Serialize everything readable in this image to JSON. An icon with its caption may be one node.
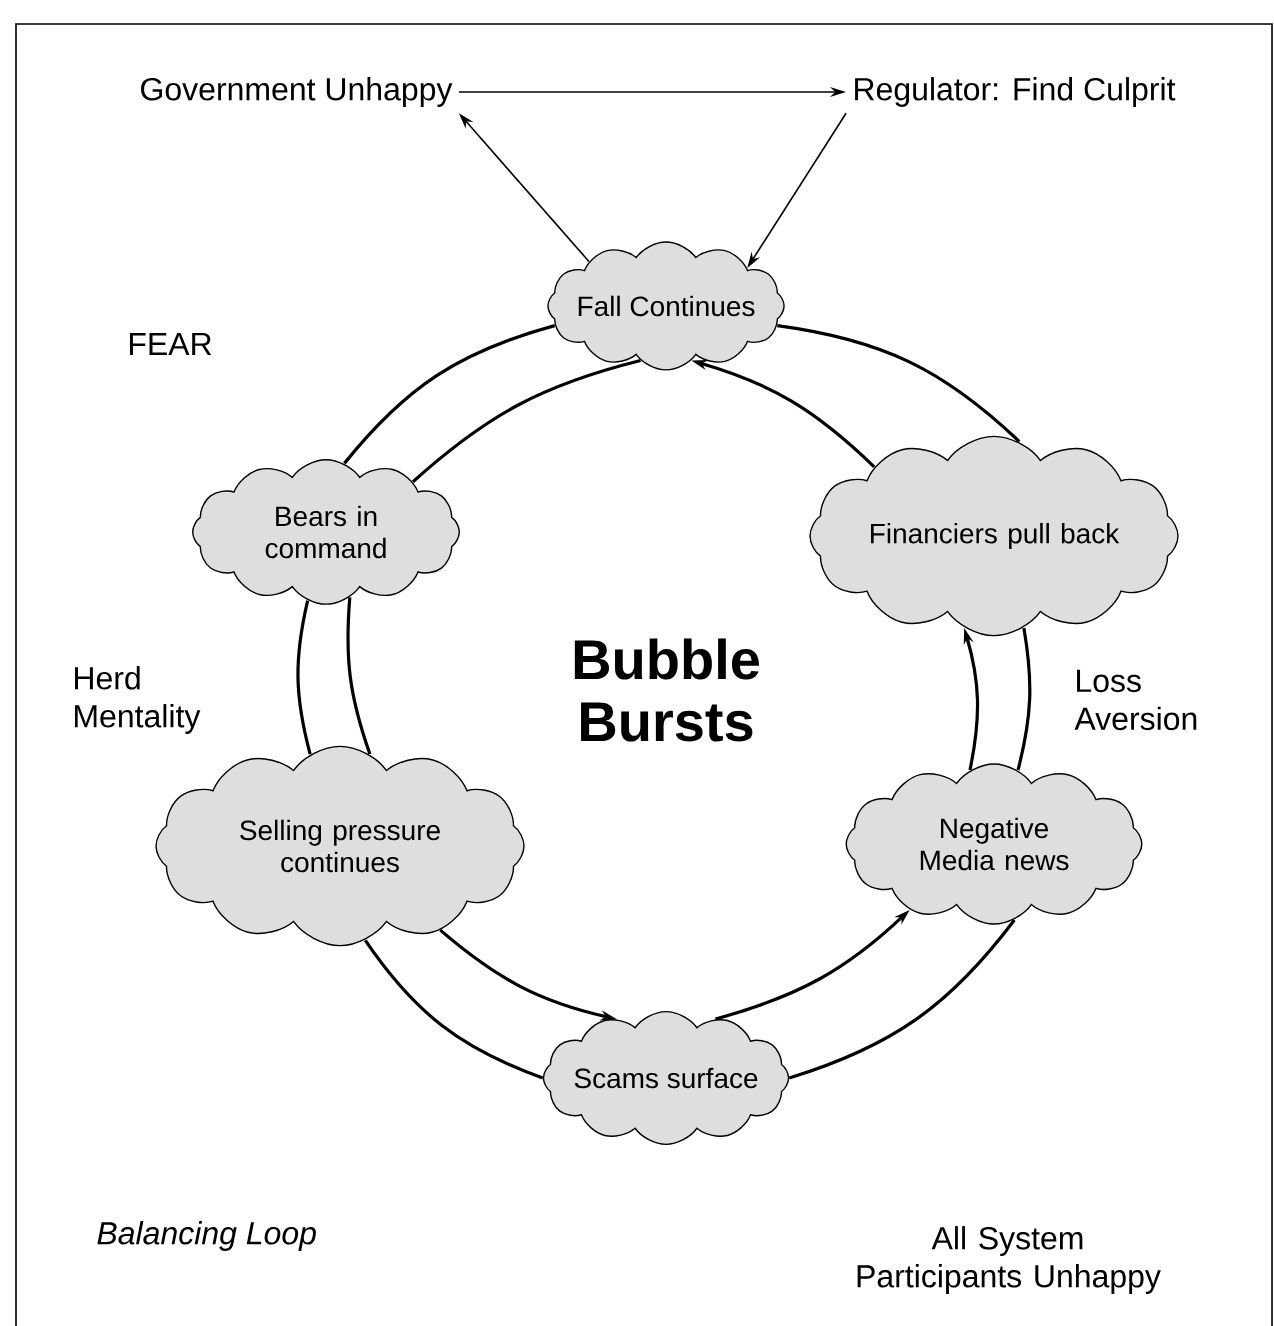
{
  "diagram": {
    "nodes": [
      {
        "text": [
          "Government Unhappy"
        ]
      },
      {
        "text": [
          "Regulator: Find Culprit"
        ]
      },
      {
        "text": [
          "Fall Continues"
        ]
      },
      {
        "text": [
          "Bears in command"
        ]
      },
      {
        "text": [
          "Financiers pull back"
        ]
      },
      {
        "text": [
          "Selling pressure continues"
        ]
      },
      {
        "text": [
          "Negative Media news"
        ]
      },
      {
        "text": [
          "Scams surface"
        ]
      }
    ],
    "edges": [
      {
        "from": 0,
        "to": 1,
        "arrow": "to"
      },
      {
        "from": 2,
        "to": 0,
        "arrow": "to"
      },
      {
        "from": 1,
        "to": 2,
        "arrow": "to"
      },
      {
        "from": 2,
        "to": 3,
        "arrow": "none"
      },
      {
        "from": 2,
        "to": 3,
        "arrow": "none"
      },
      {
        "from": 3,
        "to": 5,
        "arrow": "none"
      },
      {
        "from": 3,
        "to": 5,
        "arrow": "none"
      },
      {
        "from": 5,
        "to": 7,
        "arrow": "none"
      },
      {
        "from": 5,
        "to": 7,
        "arrow": "to"
      },
      {
        "from": 7,
        "to": 6,
        "arrow": "none"
      },
      {
        "from": 7,
        "to": 6,
        "arrow": "to"
      },
      {
        "from": 6,
        "to": 4,
        "arrow": "none"
      },
      {
        "from": 6,
        "to": 4,
        "arrow": "to"
      },
      {
        "from": 4,
        "to": 2,
        "arrow": "none"
      },
      {
        "from": 4,
        "to": 2,
        "arrow": "to"
      }
    ],
    "labels": [
      "FEAR",
      "Herd Mentality",
      "Bubble Bursts",
      "Loss Aversion",
      "Balancing Loop",
      "All System Participants Unhappy"
    ]
  }
}
